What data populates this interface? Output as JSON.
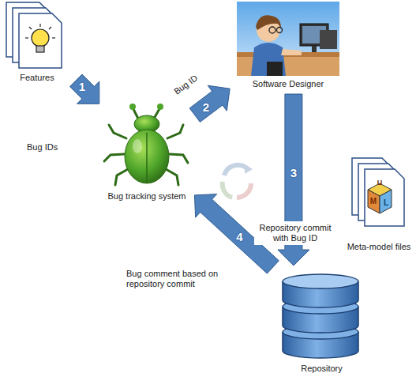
{
  "diagram": {
    "nodes": [
      {
        "text": [
          "Features"
        ]
      },
      {
        "text": [
          "Bug tracking system"
        ]
      },
      {
        "text": [
          "Software Designer"
        ]
      },
      {
        "text": [
          "Meta-model files"
        ]
      },
      {
        "text": [
          "Repository"
        ]
      }
    ],
    "edges": [
      {
        "from": 0,
        "to": 1,
        "arrow": "to",
        "label": "1"
      },
      {
        "from": 1,
        "to": 2,
        "arrow": "to",
        "label": "2"
      },
      {
        "from": 2,
        "to": 4,
        "arrow": "to",
        "label": "3"
      },
      {
        "from": 4,
        "to": 1,
        "arrow": "to",
        "label": "4"
      }
    ],
    "labels": [
      "Bug IDs",
      "Bug ID",
      "Repository commit with Bug ID",
      "Bug comment based on repository commit",
      "U",
      "M",
      "L"
    ]
  }
}
